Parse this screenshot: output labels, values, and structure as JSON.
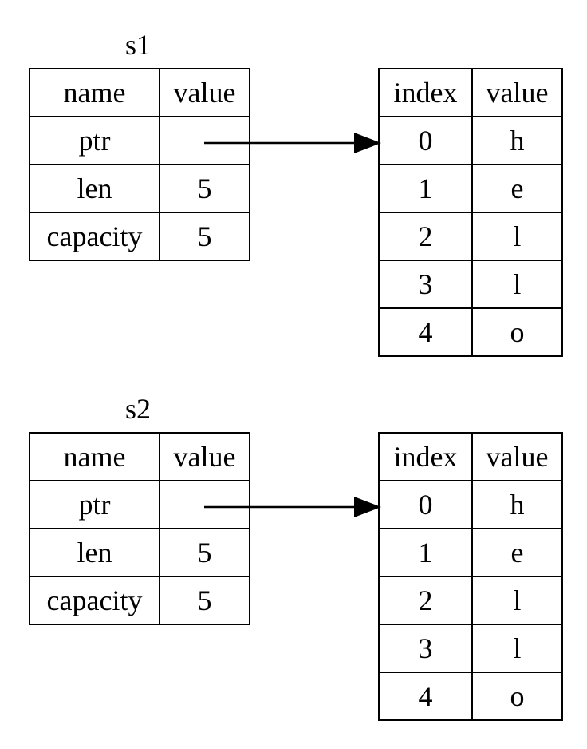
{
  "groups": [
    {
      "label": "s1",
      "stack": {
        "header": [
          "name",
          "value"
        ],
        "rows": [
          [
            "ptr",
            ""
          ],
          [
            "len",
            "5"
          ],
          [
            "capacity",
            "5"
          ]
        ]
      },
      "heap": {
        "header": [
          "index",
          "value"
        ],
        "rows": [
          [
            "0",
            "h"
          ],
          [
            "1",
            "e"
          ],
          [
            "2",
            "l"
          ],
          [
            "3",
            "l"
          ],
          [
            "4",
            "o"
          ]
        ]
      }
    },
    {
      "label": "s2",
      "stack": {
        "header": [
          "name",
          "value"
        ],
        "rows": [
          [
            "ptr",
            ""
          ],
          [
            "len",
            "5"
          ],
          [
            "capacity",
            "5"
          ]
        ]
      },
      "heap": {
        "header": [
          "index",
          "value"
        ],
        "rows": [
          [
            "0",
            "h"
          ],
          [
            "1",
            "e"
          ],
          [
            "2",
            "l"
          ],
          [
            "3",
            "l"
          ],
          [
            "4",
            "o"
          ]
        ]
      }
    }
  ]
}
